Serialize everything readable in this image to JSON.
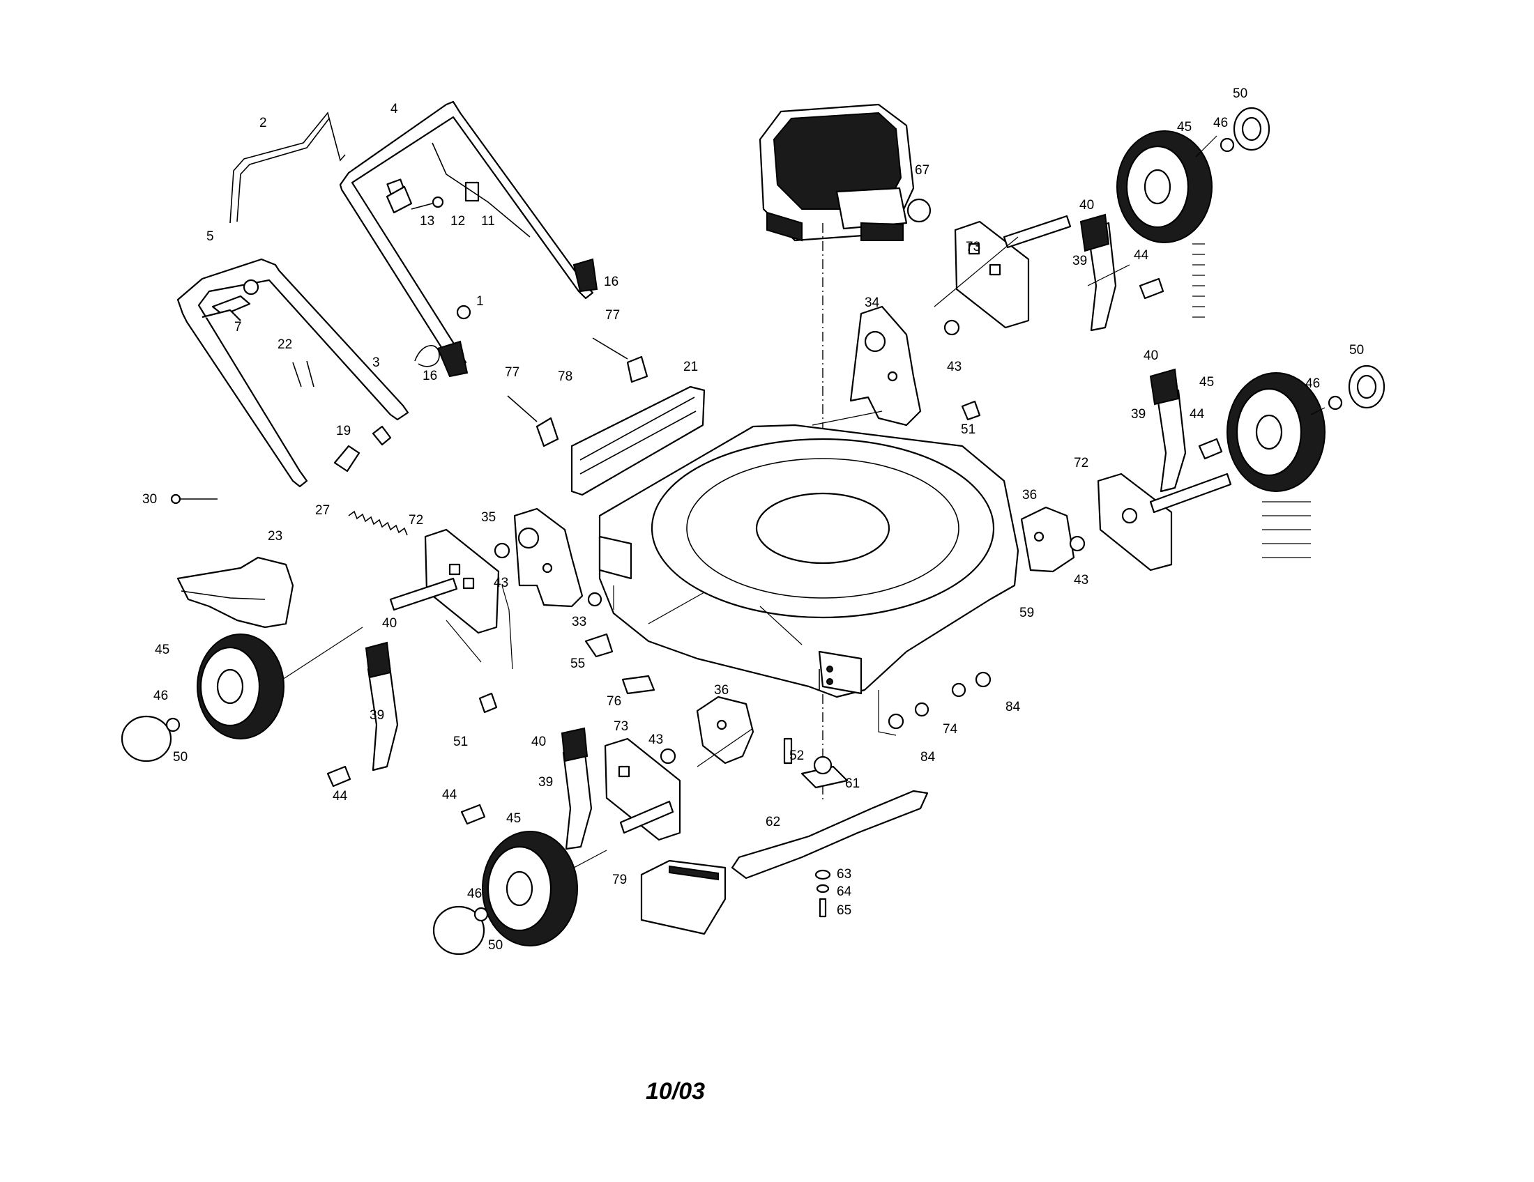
{
  "footer": {
    "date_code": "10/03"
  },
  "callouts": [
    "1",
    "2",
    "3",
    "4",
    "5",
    "7",
    "11",
    "12",
    "13",
    "16",
    "19",
    "21",
    "22",
    "23",
    "27",
    "30",
    "33",
    "34",
    "35",
    "36",
    "39",
    "40",
    "43",
    "44",
    "45",
    "46",
    "50",
    "51",
    "52",
    "55",
    "59",
    "61",
    "62",
    "63",
    "64",
    "65",
    "67",
    "72",
    "73",
    "74",
    "76",
    "77",
    "78",
    "79",
    "84"
  ]
}
